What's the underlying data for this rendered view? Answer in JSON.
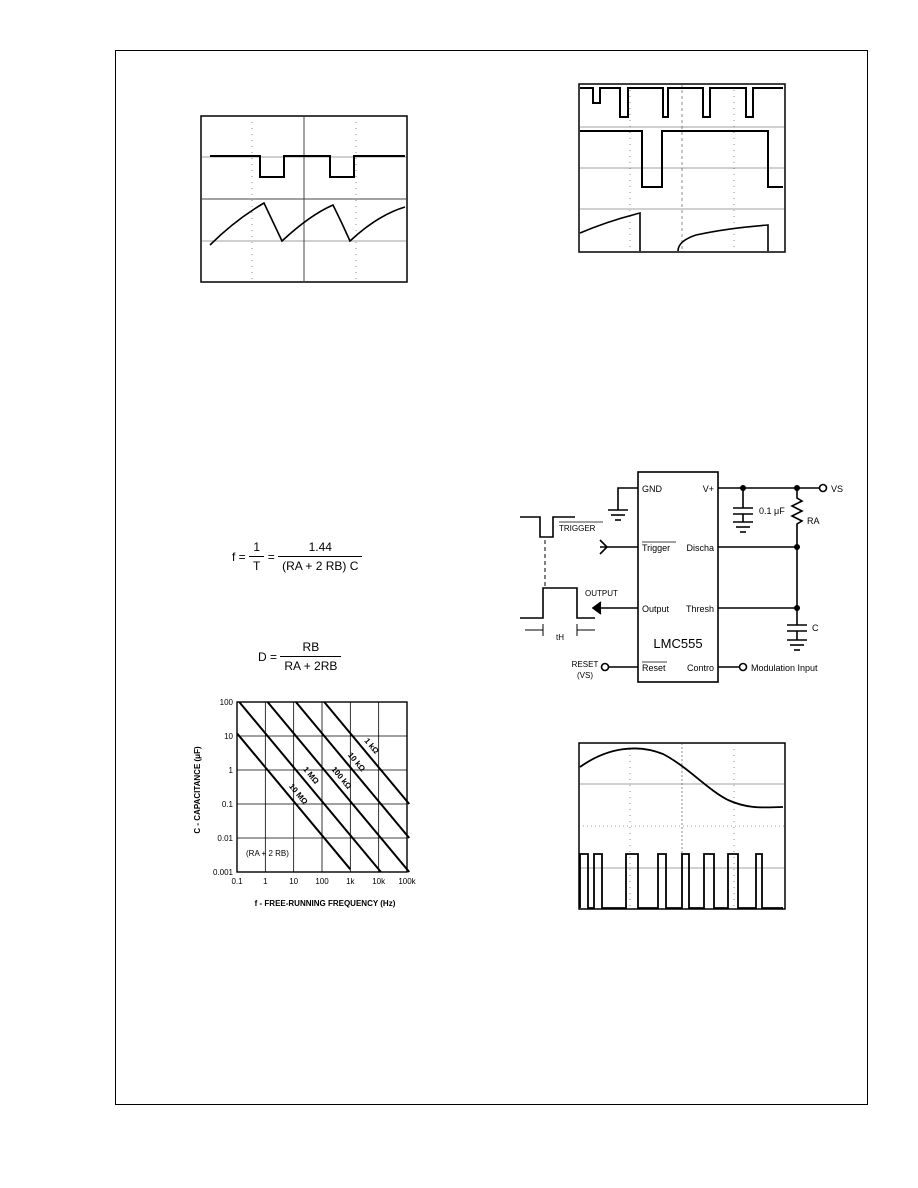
{
  "equations": {
    "frequency": {
      "lhs": "f =",
      "frac1_num": "1",
      "frac1_den": "T",
      "equals": "=",
      "frac2_num": "1.44",
      "frac2_den": "(RA + 2 RB) C"
    },
    "duty_cycle": {
      "lhs": "D =",
      "num": "RB",
      "den": "RA + 2RB"
    }
  },
  "circuit": {
    "chip_name": "LMC555",
    "pins": {
      "gnd": "GND",
      "vplus": "V+",
      "trigger": "Trigger",
      "discharge": "Discha",
      "output": "Output",
      "threshold": "Thresh",
      "reset": "Reset",
      "control": "Contro"
    },
    "labels": {
      "vs": "VS",
      "cap_value": "0.1 μF",
      "ra": "RA",
      "c": "C",
      "trigger_signal": "TRIGGER",
      "output_signal": "OUTPUT",
      "tH": "tH",
      "reset_in_line1": "RESET",
      "reset_in_line2": "(VS)",
      "modulation_input": "Modulation Input"
    }
  },
  "chart_data": {
    "type": "line",
    "title": "",
    "xlabel": "f - FREE-RUNNING FREQUENCY (Hz)",
    "ylabel": "C - CAPACITANCE (μF)",
    "x_scale": "log",
    "y_scale": "log",
    "xlim": [
      0.1,
      100000
    ],
    "ylim": [
      0.001,
      100
    ],
    "x_ticks": [
      "0.1",
      "1",
      "10",
      "100",
      "1k",
      "10k",
      "100k"
    ],
    "y_ticks": [
      "100",
      "10",
      "1",
      "0.1",
      "0.01",
      "0.001"
    ],
    "annotation": "(RA + 2 RB)",
    "grid": true,
    "series": [
      {
        "name": "10 MΩ",
        "points": [
          [
            0.1,
            12
          ],
          [
            1000,
            0.0012
          ]
        ]
      },
      {
        "name": "1 MΩ",
        "points": [
          [
            0.12,
            100
          ],
          [
            12000,
            0.001
          ]
        ]
      },
      {
        "name": "100 kΩ",
        "points": [
          [
            1.2,
            100
          ],
          [
            120000,
            0.001
          ]
        ]
      },
      {
        "name": "10 kΩ",
        "points": [
          [
            12,
            100
          ],
          [
            120000,
            0.01
          ]
        ]
      },
      {
        "name": "1 kΩ",
        "points": [
          [
            120,
            100
          ],
          [
            120000,
            0.1
          ]
        ]
      }
    ]
  }
}
